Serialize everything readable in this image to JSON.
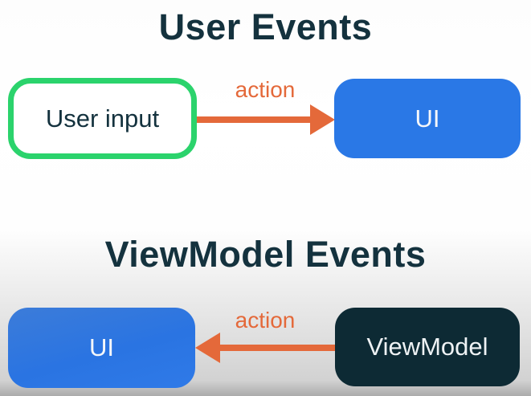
{
  "colors": {
    "title_text": "#14323e",
    "green_border": "#2bd36c",
    "blue_fill": "#2a78e6",
    "orange_accent": "#e4693a",
    "dark_fill": "#0d2a34",
    "background_top": "#ffffff",
    "background_bottom": "#ababab"
  },
  "diagram": {
    "sections": [
      {
        "title": "User Events",
        "source": {
          "label": "User input",
          "style": "green-outline"
        },
        "target": {
          "label": "UI",
          "style": "blue"
        },
        "arrow": {
          "label": "action",
          "direction": "right"
        }
      },
      {
        "title": "ViewModel Events",
        "source": {
          "label": "ViewModel",
          "style": "dark"
        },
        "target": {
          "label": "UI",
          "style": "blue"
        },
        "arrow": {
          "label": "action",
          "direction": "left"
        }
      }
    ]
  }
}
